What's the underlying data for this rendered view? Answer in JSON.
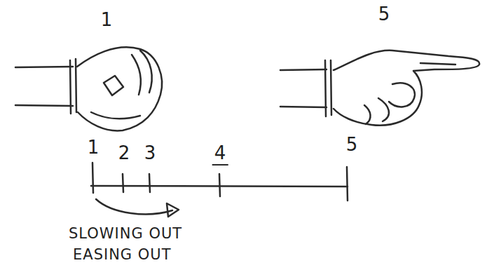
{
  "diagram": {
    "labels": [
      "1",
      "5",
      "1",
      "2",
      "3",
      "4",
      "5",
      "SLOWING OUT",
      "EASING OUT"
    ]
  }
}
